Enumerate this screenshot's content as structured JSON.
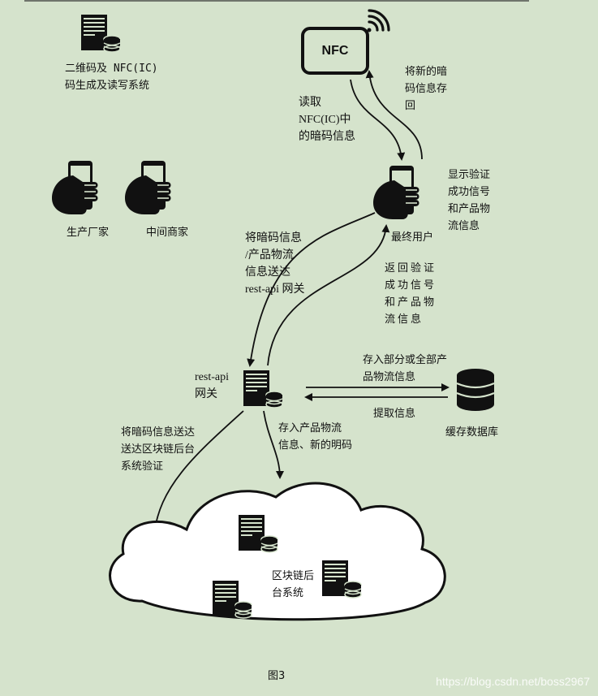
{
  "labels": {
    "system": "二维码及 NFC(IC)\n码生成及读写系统",
    "producer": "生产厂家",
    "middleman": "中间商家",
    "nfc_tag": "NFC",
    "read_nfc": "读取\nNFC(IC)中\n的暗码信息",
    "write_back": "将新的暗\n码信息存\n回",
    "display_verify": "显示验证\n成功信号\n和产品物\n流信息",
    "end_user": "最终用户",
    "send_to_gateway": "将暗码信息\n/产品物流\n信息送达\nrest-api 网关",
    "return_verify": "返回验证\n成功信号\n和产品物\n流信息",
    "gateway": "rest-api\n网关",
    "store_partial": "存入部分或全部产\n品物流信息",
    "fetch_info": "提取信息",
    "cache_db": "缓存数据库",
    "send_to_blockchain": "将暗码信息送达\n送达区块链后台\n系统验证",
    "store_to_blockchain": "存入产品物流\n信息、新的明码",
    "blockchain": "区块链后\n台系统",
    "figure_caption": "图3",
    "watermark": "https://blog.csdn.net/boss2967"
  },
  "colors": {
    "background": "#d5e3cc",
    "ink": "#111111",
    "cloud_fill": "#ffffff"
  },
  "icons": {
    "server": "server-database-icon",
    "phone": "hand-holding-phone-icon",
    "nfc": "nfc-tag-icon",
    "wireless": "wireless-signal-icon",
    "database": "database-icon",
    "cloud": "cloud-icon"
  }
}
